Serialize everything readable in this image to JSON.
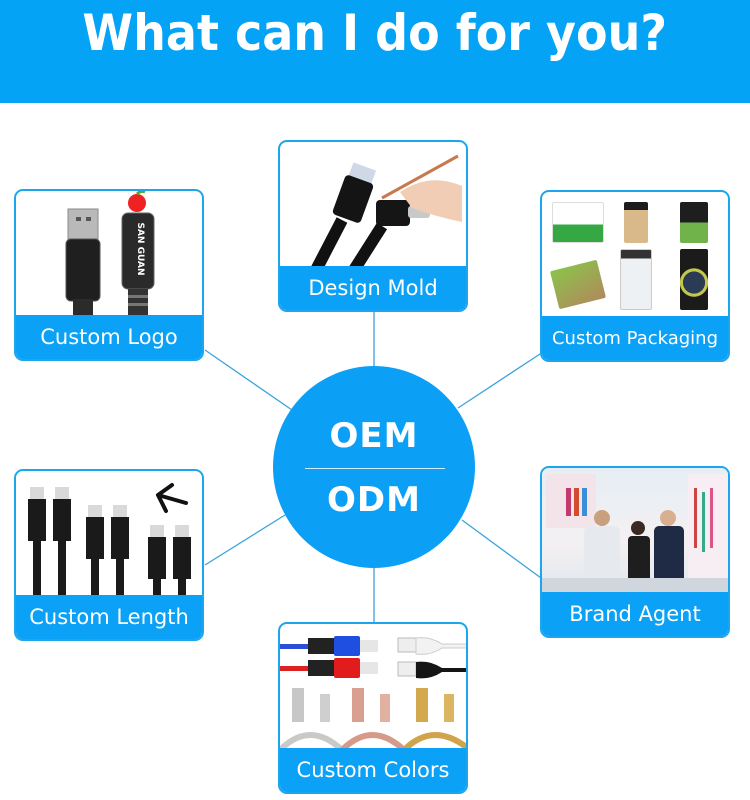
{
  "header": {
    "title": "What can I do for you?",
    "background": "#04a3f6"
  },
  "hub": {
    "top_label": "OEM",
    "bottom_label": "ODM",
    "color": "#0ba0f5"
  },
  "cards": [
    {
      "id": "custom-logo",
      "label": "Custom Logo",
      "image": "usb-cable-with-logo",
      "logo_text": "SAN GUAN"
    },
    {
      "id": "design-mold",
      "label": "Design Mold",
      "image": "angled-usb-c-cable-with-pencil"
    },
    {
      "id": "custom-packaging",
      "label": "Custom Packaging",
      "image": "six-retail-packages"
    },
    {
      "id": "custom-length",
      "label": "Custom Length",
      "image": "usb-c-cables-varying-lengths"
    },
    {
      "id": "brand-agent",
      "label": "Brand Agent",
      "image": "trade-show-booth-people"
    },
    {
      "id": "custom-colors",
      "label": "Custom Colors",
      "image": "colored-usb-cables"
    }
  ],
  "colors": {
    "accent": "#0aa1f6",
    "card_border": "#1ba6ee",
    "connector_line": "#3aa3dc"
  }
}
